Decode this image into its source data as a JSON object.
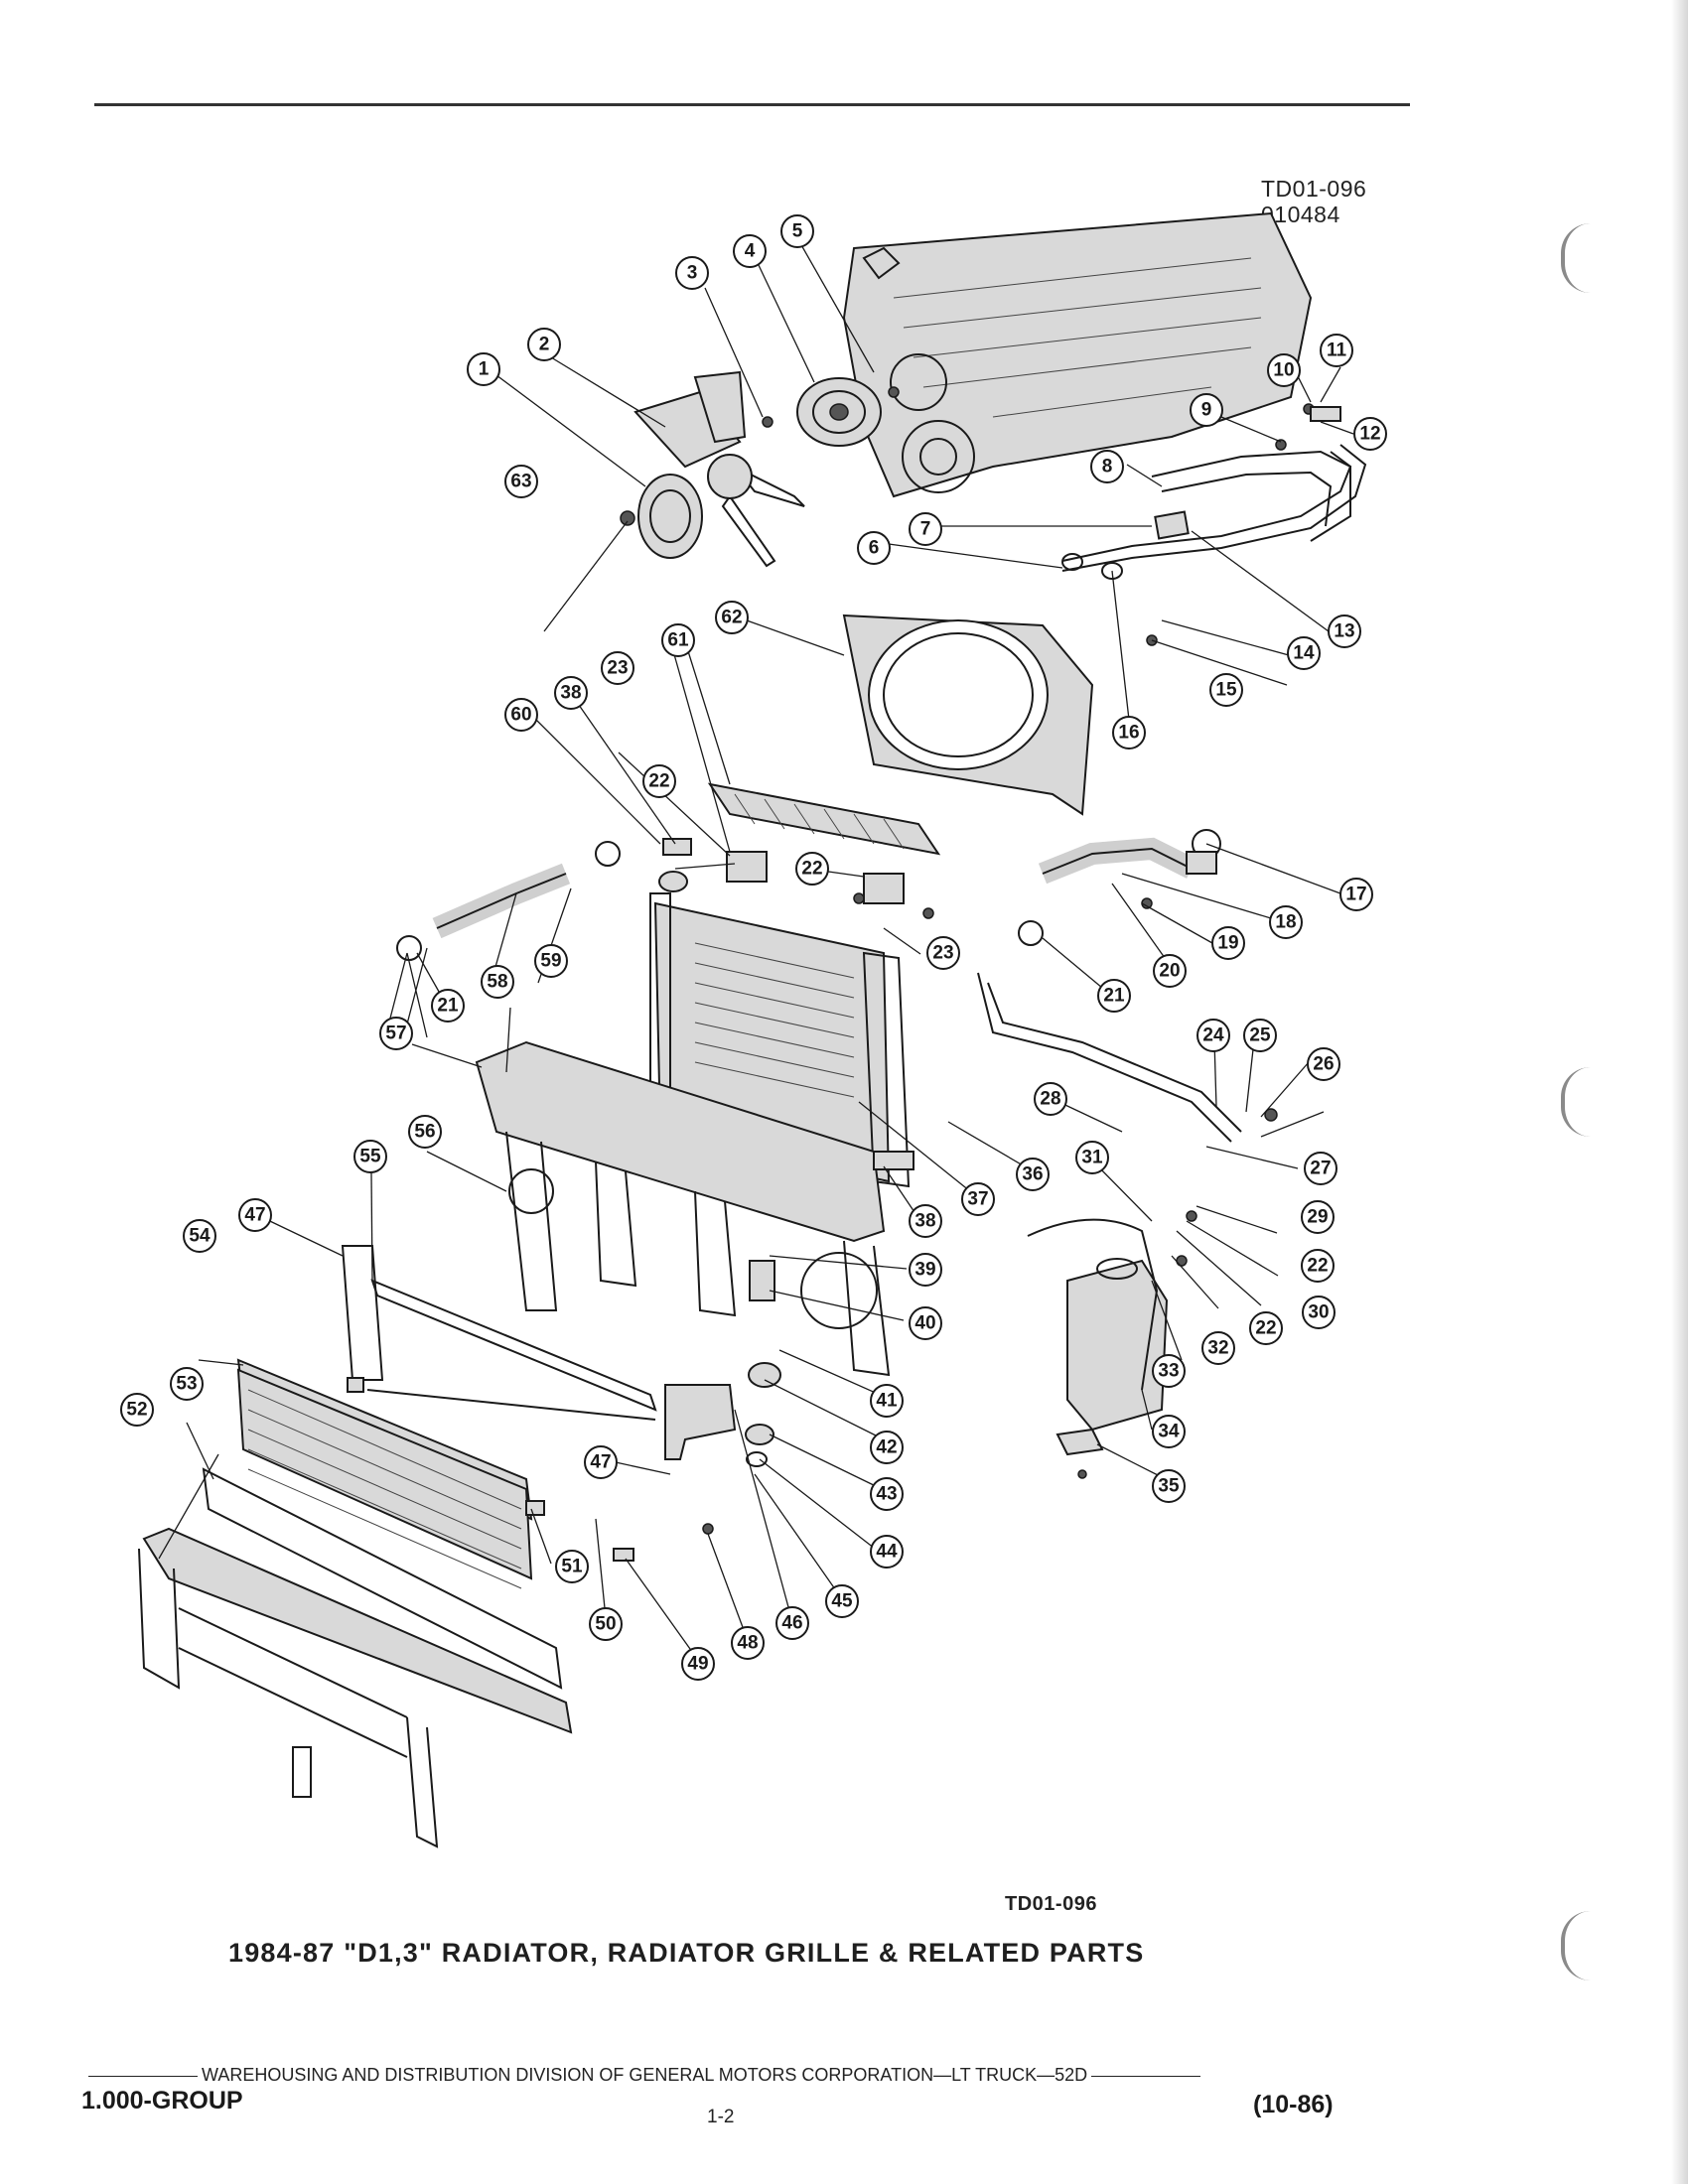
{
  "document": {
    "ref_top_line1": "TD01-096",
    "ref_top_line2": "010484",
    "ref_bottom": "TD01-096",
    "caption": "1984-87 \"D1,3\" RADIATOR, RADIATOR GRILLE & RELATED PARTS",
    "footer_text": "WAREHOUSING AND DISTRIBUTION  DIVISION OF GENERAL MOTORS CORPORATION—LT TRUCK—52D",
    "group": "1.000-GROUP",
    "page_number": "1-2",
    "revision": "(10-86)"
  },
  "callouts": [
    "1",
    "2",
    "3",
    "4",
    "5",
    "6",
    "7",
    "8",
    "9",
    "10",
    "11",
    "12",
    "13",
    "14",
    "15",
    "16",
    "17",
    "18",
    "19",
    "20",
    "21",
    "21",
    "22",
    "22",
    "22",
    "22",
    "23",
    "23",
    "24",
    "25",
    "26",
    "27",
    "28",
    "29",
    "30",
    "31",
    "32",
    "33",
    "34",
    "35",
    "36",
    "37",
    "38",
    "38",
    "39",
    "40",
    "41",
    "42",
    "43",
    "44",
    "45",
    "46",
    "47",
    "47",
    "48",
    "49",
    "50",
    "51",
    "52",
    "53",
    "54",
    "55",
    "56",
    "57",
    "58",
    "59",
    "60",
    "61",
    "62",
    "63"
  ]
}
